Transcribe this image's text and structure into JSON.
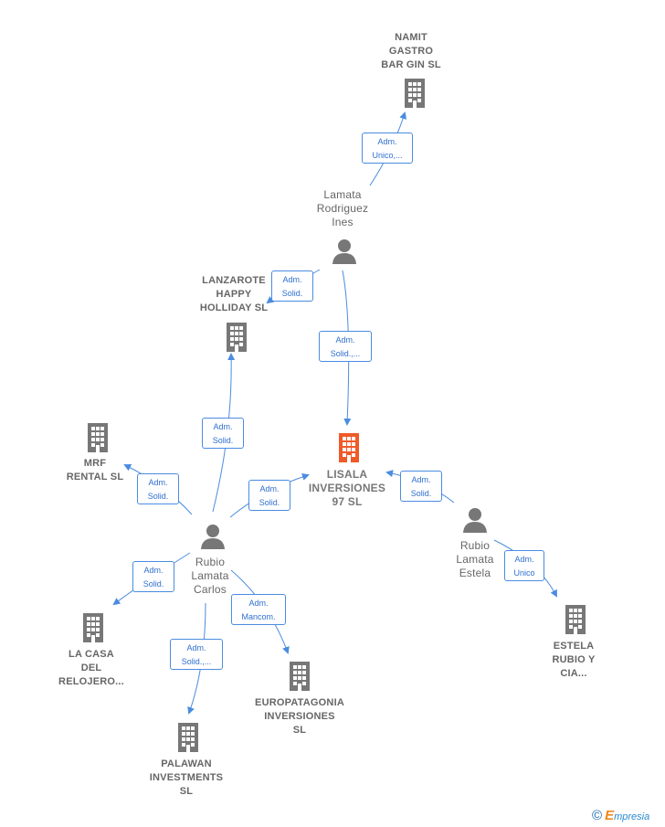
{
  "diagram": {
    "colors": {
      "edge": "#4a8ce0",
      "company_icon": "#777777",
      "main_company_icon": "#f05a28",
      "person_icon": "#777777"
    },
    "nodes": {
      "namit": {
        "kind": "company",
        "label": "NAMIT\nGASTRO\nBAR GIN  SL"
      },
      "lamata_ines": {
        "kind": "person",
        "label": "Lamata\nRodriguez\nInes"
      },
      "lanzarote": {
        "kind": "company",
        "label": "LANZAROTE\nHAPPY\nHOLLIDAY SL"
      },
      "lisala": {
        "kind": "company",
        "main": true,
        "label": "LISALA\nINVERSIONES\n97  SL"
      },
      "mrf": {
        "kind": "company",
        "label": "MRF\nRENTAL  SL"
      },
      "rubio_carlos": {
        "kind": "person",
        "label": "Rubio\nLamata\nCarlos"
      },
      "rubio_estela": {
        "kind": "person",
        "label": "Rubio\nLamata\nEstela"
      },
      "la_casa": {
        "kind": "company",
        "label": "LA CASA\nDEL\nRELOJERO..."
      },
      "europatagonia": {
        "kind": "company",
        "label": "EUROPATAGONIA\nINVERSIONES\nSL"
      },
      "palawan": {
        "kind": "company",
        "label": "PALAWAN\nINVESTMENTS\nSL"
      },
      "estela_rubio": {
        "kind": "company",
        "label": "ESTELA\nRUBIO Y\nCIA..."
      }
    },
    "edges": {
      "ines_namit": "Adm.\nUnico,...",
      "ines_lanzarote": "Adm.\nSolid.",
      "ines_lisala": "Adm.\nSolid.,...",
      "carlos_lanzarote": "Adm.\nSolid.",
      "carlos_mrf": "Adm.\nSolid.",
      "carlos_lisala": "Adm.\nSolid.",
      "carlos_lacasa": "Adm.\nSolid.",
      "carlos_europatagonia": "Adm.\nMancom.",
      "carlos_palawan": "Adm.\nSolid.,...",
      "estela_lisala": "Adm.\nSolid.",
      "estela_estelarubio": "Adm.\nUnico"
    }
  },
  "watermark": {
    "symbol": "©",
    "brand_initial": "E",
    "brand_rest": "mpresia"
  }
}
